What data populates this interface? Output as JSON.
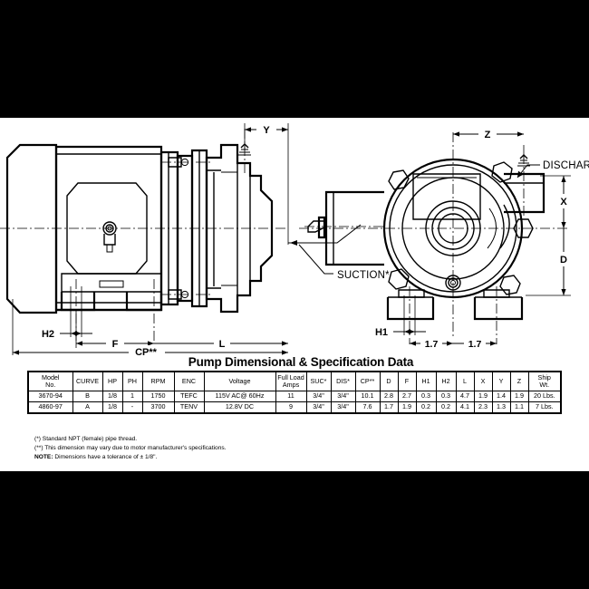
{
  "page": {
    "background_color": "#000000",
    "sheet_color": "#ffffff"
  },
  "drawings": {
    "side_view": {
      "name": "side-elevation-view",
      "dimension_labels": [
        "H2",
        "F",
        "CP**",
        "L",
        "Y"
      ]
    },
    "end_view": {
      "name": "pump-end-view",
      "dimension_labels": [
        "Z",
        "X",
        "D",
        "H1",
        "1.7",
        "1.7"
      ],
      "callouts": [
        "DISCHARGE*",
        "SUCTION*"
      ]
    },
    "callout_discharge": "DISCHARGE*",
    "callout_suction": "SUCTION*",
    "dim_h2": "H2",
    "dim_f": "F",
    "dim_cp": "CP**",
    "dim_l": "L",
    "dim_y": "Y",
    "dim_z": "Z",
    "dim_x": "X",
    "dim_d": "D",
    "dim_h1": "H1",
    "dim_17_left": "1.7",
    "dim_17_right": "1.7"
  },
  "table": {
    "title": "Pump Dimensional & Specification Data",
    "headers": [
      "Model No.",
      "CURVE",
      "HP",
      "PH",
      "RPM",
      "ENC",
      "Voltage",
      "Full Load Amps",
      "SUC*",
      "DIS*",
      "CP**",
      "D",
      "F",
      "H1",
      "H2",
      "L",
      "X",
      "Y",
      "Z",
      "Ship Wt."
    ],
    "headers_split": [
      [
        "Model",
        "No."
      ],
      [
        "CURVE",
        ""
      ],
      [
        "HP",
        ""
      ],
      [
        "PH",
        ""
      ],
      [
        "RPM",
        ""
      ],
      [
        "ENC",
        ""
      ],
      [
        "Voltage",
        ""
      ],
      [
        "Full Load",
        "Amps"
      ],
      [
        "SUC*",
        ""
      ],
      [
        "DIS*",
        ""
      ],
      [
        "CP**",
        ""
      ],
      [
        "D",
        ""
      ],
      [
        "F",
        ""
      ],
      [
        "H1",
        ""
      ],
      [
        "H2",
        ""
      ],
      [
        "L",
        ""
      ],
      [
        "X",
        ""
      ],
      [
        "Y",
        ""
      ],
      [
        "Z",
        ""
      ],
      [
        "Ship",
        "Wt."
      ]
    ],
    "rows": [
      {
        "model_no": "3670-94",
        "curve": "B",
        "hp": "1/8",
        "ph": "1",
        "rpm": "1750",
        "enc": "TEFC",
        "voltage": "115V AC@ 60Hz",
        "full_load_amps": "11",
        "suc": "3/4\"",
        "dis": "3/4\"",
        "cp": "10.1",
        "d": "2.8",
        "f": "2.7",
        "h1": "0.3",
        "h2": "0.3",
        "l": "4.7",
        "x": "1.9",
        "y": "1.4",
        "z": "1.9",
        "ship_wt": "20 Lbs."
      },
      {
        "model_no": "4860-97",
        "curve": "A",
        "hp": "1/8",
        "ph": "-",
        "rpm": "3700",
        "enc": "TENV",
        "voltage": "12.8V DC",
        "full_load_amps": "9",
        "suc": "3/4\"",
        "dis": "3/4\"",
        "cp": "7.6",
        "d": "1.7",
        "f": "1.9",
        "h1": "0.2",
        "h2": "0.2",
        "l": "4.1",
        "x": "2.3",
        "y": "1.3",
        "z": "1.1",
        "ship_wt": "7 Lbs."
      }
    ]
  },
  "notes": {
    "line1": "(*) Standard NPT (female) pipe thread.",
    "line2": "(**) This dimension may vary due to motor manufacturer's specifications.",
    "line3_label": "NOTE:",
    "line3_text": " Dimensions have a tolerance of ± 1/8\"."
  }
}
